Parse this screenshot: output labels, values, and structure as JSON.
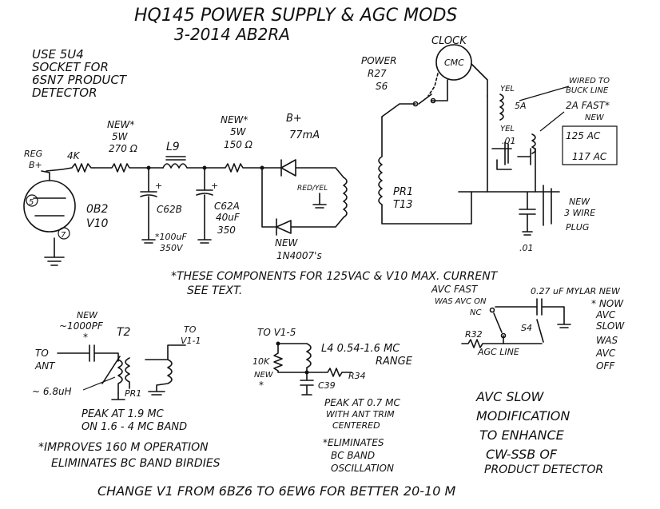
{
  "title": {
    "line1": "HQ145 POWER SUPPLY & AGC MODS",
    "line2": "3-2014  AB2RA"
  },
  "notes": {
    "socket": [
      "USE 5U4",
      "SOCKET FOR",
      "6SN7 PRODUCT",
      "DETECTOR"
    ],
    "components_note": [
      "*THESE COMPONENTS FOR 125VAC & V10 MAX. CURRENT",
      "SEE TEXT."
    ],
    "improves": [
      "*IMPROVES 160 M OPERATION",
      "ELIMINATES BC BAND BIRDIES"
    ],
    "change_v1": "CHANGE V1 FROM 6BZ6 TO 6EW6 FOR BETTER 20-10 M",
    "avc_slow_mod": [
      "AVC SLOW",
      "MODIFICATION",
      "TO ENHANCE",
      "CW-SSB OF",
      "PRODUCT DETECTOR"
    ]
  },
  "power_supply": {
    "reg_label": "REG",
    "b_plus_left": "B+",
    "r4k": "4K",
    "new_resistor": [
      "NEW*",
      "5W",
      "270 Ω"
    ],
    "l9": "L9",
    "c62b": "C62B",
    "c62a": [
      "C62A",
      "40uF",
      "350"
    ],
    "c_new": [
      "*100uF",
      "350V"
    ],
    "new_150": [
      "NEW*",
      "5W",
      "150 Ω"
    ],
    "b_plus": [
      "B+",
      "77mA"
    ],
    "red_yel": "RED/YEL",
    "new_diodes": [
      "NEW",
      "1N4007's"
    ],
    "tube": [
      "0B2",
      "V10"
    ],
    "pin5": "5",
    "pin7": "7"
  },
  "transformer": {
    "power_label": [
      "POWER",
      "R27",
      "S6"
    ],
    "clock_label": "CLOCK",
    "cmc": "CMC",
    "pr1": [
      "PR1",
      "T13"
    ],
    "yel_top": "YEL",
    "yel_bottom": "YEL",
    "fuse": "5A",
    "wired_to": [
      "WIRED TO",
      "BUCK LINE"
    ],
    "fast_fuse": [
      "2A FAST*",
      "NEW"
    ],
    "voltages": [
      "125 AC",
      "117 AC"
    ],
    "cap_01a": ".01",
    "cap_01b": ".01",
    "new_plug": [
      "NEW",
      "3 WIRE",
      "PLUG"
    ]
  },
  "agc": {
    "avc_fast": [
      "AVC FAST",
      "WAS AVC ON"
    ],
    "nc": "NC",
    "cap": "0.27 uF MYLAR NEW",
    "now": [
      "* NOW",
      "AVC",
      "SLOW",
      "WAS",
      "AVC",
      "OFF"
    ],
    "r32": "R32",
    "s4": "S4",
    "agc_line": "AGC LINE"
  },
  "antenna": {
    "new_cap": [
      "NEW",
      "~1000PF",
      "*"
    ],
    "t2": "T2",
    "to_v1": [
      "TO",
      "V1-1"
    ],
    "to_ant": [
      "TO",
      "ANT"
    ],
    "inductor": "~ 6.8uH",
    "pr1": "PR1",
    "peak": [
      "PEAK AT 1.9 MC",
      "ON 1.6 - 4 MC BAND"
    ]
  },
  "l4": {
    "to_v1_5": "TO V1-5",
    "l4_range": [
      "L4  0.54-1.6 MC",
      "RANGE"
    ],
    "r10k": [
      "10K",
      "NEW",
      "*"
    ],
    "r34": "R34",
    "c39": "C39",
    "peak": [
      "PEAK AT 0.7 MC",
      "WITH ANT TRIM",
      "CENTERED"
    ],
    "eliminates": [
      "*ELIMINATES",
      "BC BAND",
      "OSCILLATION"
    ]
  }
}
